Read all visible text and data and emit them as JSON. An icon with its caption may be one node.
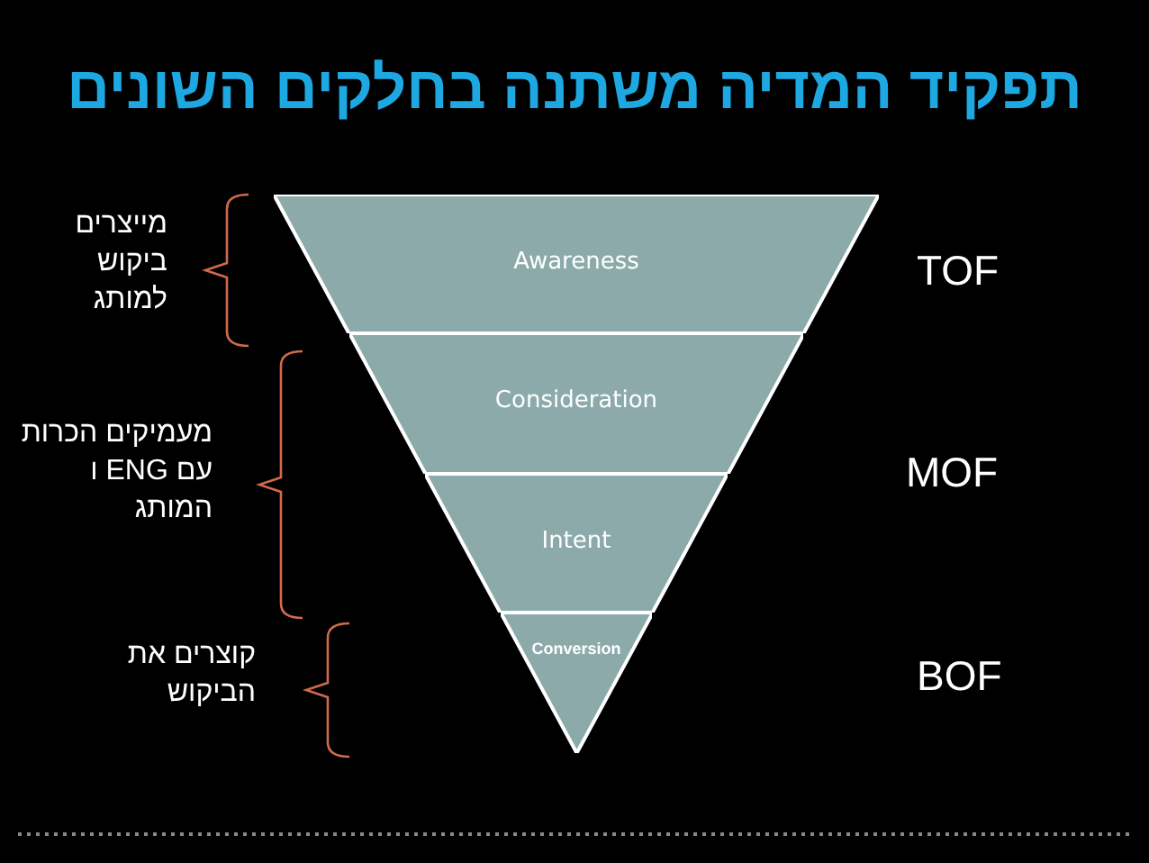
{
  "diagram": {
    "title": "תפקיד המדיה משתנה בחלקים השונים",
    "nodes": [
      {
        "text": [
          "Awareness"
        ]
      },
      {
        "text": [
          "Consideration"
        ]
      },
      {
        "text": [
          "Intent"
        ]
      },
      {
        "text": [
          "Conversion"
        ]
      }
    ],
    "labels": [
      "מייצרים ביקוש למותג",
      "TOF",
      "מעמיקים הכרות עם ENG ו המותג",
      "MOF",
      "קוצרים את הביקוש",
      "BOF"
    ]
  }
}
